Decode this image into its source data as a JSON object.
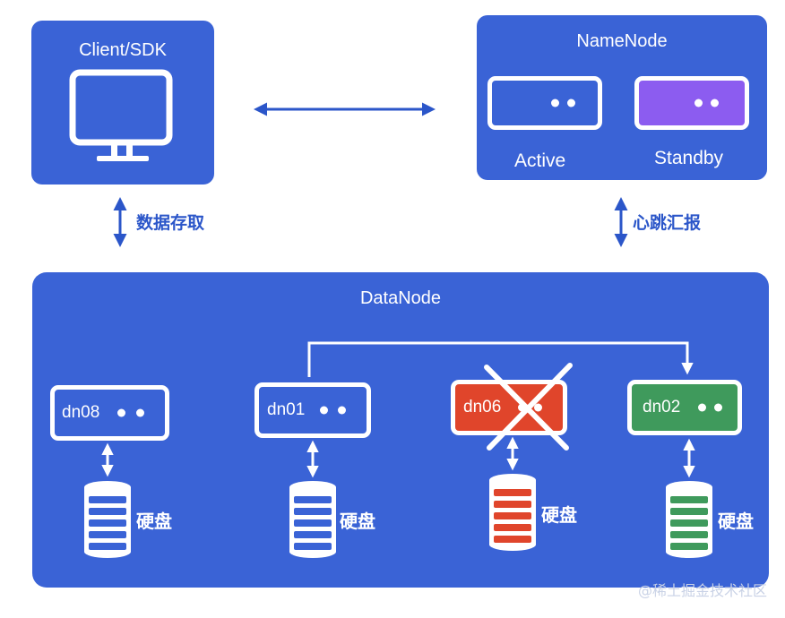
{
  "client": {
    "title": "Client/SDK"
  },
  "namenode": {
    "title": "NameNode",
    "active_label": "Active",
    "standby_label": "Standby"
  },
  "edges": {
    "client_datanode": "数据存取",
    "namenode_datanode": "心跳汇报"
  },
  "datanode": {
    "title": "DataNode",
    "nodes": [
      {
        "name": "dn08",
        "status": "normal",
        "disk_label": "硬盘"
      },
      {
        "name": "dn01",
        "status": "normal",
        "disk_label": "硬盘"
      },
      {
        "name": "dn06",
        "status": "failed",
        "disk_label": "硬盘"
      },
      {
        "name": "dn02",
        "status": "replica-target",
        "disk_label": "硬盘"
      }
    ]
  },
  "watermark": "@稀土掘金技术社区",
  "colors": {
    "panel": "#3a63d6",
    "arrow": "#2b56c9",
    "standby": "#8c5cf0",
    "failed": "#e0452b",
    "replica": "#3f9a5c",
    "white": "#ffffff"
  }
}
